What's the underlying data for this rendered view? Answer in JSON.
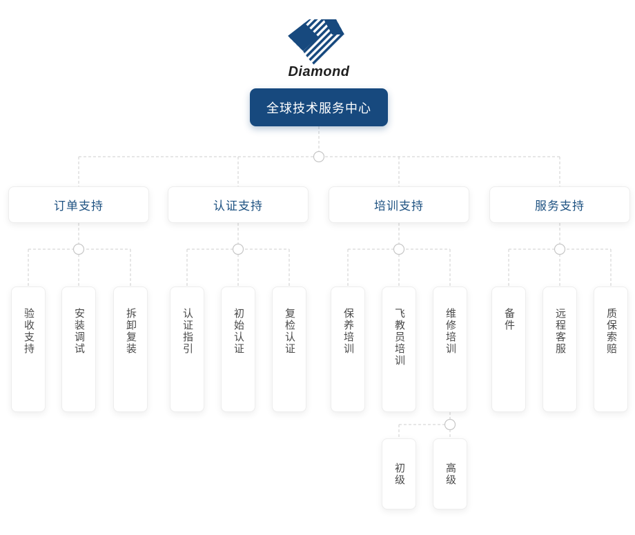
{
  "logo": {
    "icon": "diamond-gem-icon",
    "wordmark": "Diamond"
  },
  "colors": {
    "brand_navy": "#17497E",
    "level1_text_blue": "#1D5181",
    "node_text_gray": "#4A4A4A",
    "connector_gray": "#CDCDCD",
    "background": "#FFFFFF"
  },
  "tree": {
    "root": {
      "label": "全球技术服务中心"
    },
    "branches": [
      {
        "label": "订单支持",
        "children": [
          {
            "label": "验收支持"
          },
          {
            "label": "安装调试"
          },
          {
            "label": "拆卸复装"
          }
        ]
      },
      {
        "label": "认证支持",
        "children": [
          {
            "label": "认证指引"
          },
          {
            "label": "初始认证"
          },
          {
            "label": "复检认证"
          }
        ]
      },
      {
        "label": "培训支持",
        "children": [
          {
            "label": "保养培训"
          },
          {
            "label": "飞教员培训"
          },
          {
            "label": "维修培训",
            "children": [
              {
                "label": "初级"
              },
              {
                "label": "高级"
              }
            ]
          }
        ]
      },
      {
        "label": "服务支持",
        "children": [
          {
            "label": "备件"
          },
          {
            "label": "远程客服"
          },
          {
            "label": "质保索赔"
          }
        ]
      }
    ]
  }
}
